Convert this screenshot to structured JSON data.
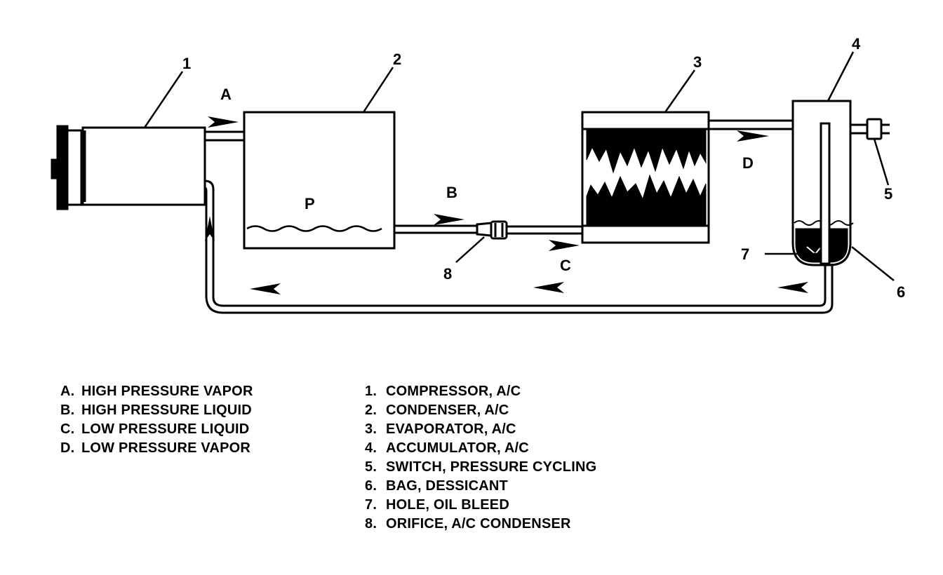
{
  "callouts": {
    "n1": "1",
    "n2": "2",
    "n3": "3",
    "n4": "4",
    "n5": "5",
    "n6": "6",
    "n7": "7",
    "n8": "8"
  },
  "flow_letters": {
    "A": "A",
    "B": "B",
    "C": "C",
    "D": "D"
  },
  "condenser_mark": "P",
  "legend_flow": [
    {
      "key": "A.",
      "text": "HIGH PRESSURE VAPOR"
    },
    {
      "key": "B.",
      "text": "HIGH PRESSURE LIQUID"
    },
    {
      "key": "C.",
      "text": "LOW PRESSURE LIQUID"
    },
    {
      "key": "D.",
      "text": "LOW PRESSURE VAPOR"
    }
  ],
  "legend_parts": [
    {
      "key": "1.",
      "text": "COMPRESSOR, A/C"
    },
    {
      "key": "2.",
      "text": "CONDENSER, A/C"
    },
    {
      "key": "3.",
      "text": "EVAPORATOR, A/C"
    },
    {
      "key": "4.",
      "text": "ACCUMULATOR, A/C"
    },
    {
      "key": "5.",
      "text": "SWITCH, PRESSURE CYCLING"
    },
    {
      "key": "6.",
      "text": "BAG, DESSICANT"
    },
    {
      "key": "7.",
      "text": "HOLE, OIL BLEED"
    },
    {
      "key": "8.",
      "text": "ORIFICE, A/C CONDENSER"
    }
  ]
}
